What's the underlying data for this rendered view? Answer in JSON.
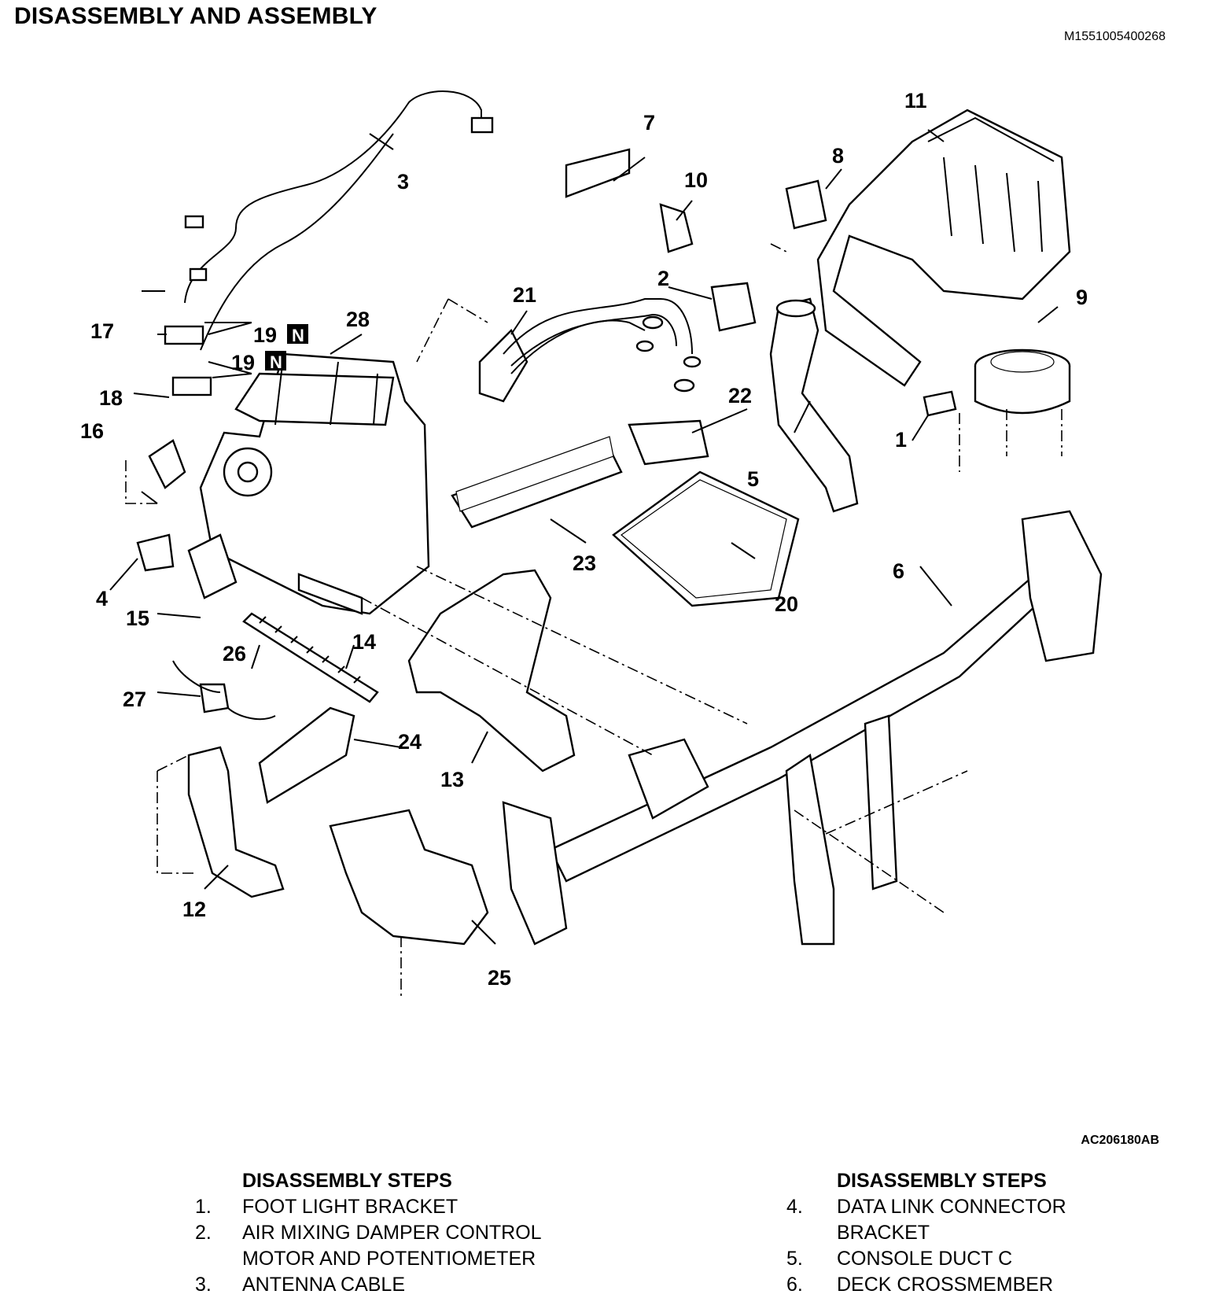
{
  "header": {
    "title": "DISASSEMBLY AND ASSEMBLY",
    "doc_id": "M1551005400268"
  },
  "diagram": {
    "art_code": "AC206180AB",
    "callouts": [
      "1",
      "2",
      "3",
      "4",
      "5",
      "6",
      "7",
      "8",
      "9",
      "10",
      "11",
      "12",
      "13",
      "14",
      "15",
      "16",
      "17",
      "18",
      "19",
      "19",
      "20",
      "21",
      "22",
      "23",
      "24",
      "25",
      "26",
      "27",
      "28"
    ],
    "new_part_badge": "N"
  },
  "steps_left": {
    "heading": "DISASSEMBLY STEPS",
    "items": [
      {
        "num": "1.",
        "text": "FOOT LIGHT BRACKET"
      },
      {
        "num": "2.",
        "text": "AIR MIXING DAMPER CONTROL"
      },
      {
        "num": "",
        "text": "MOTOR AND POTENTIOMETER"
      },
      {
        "num": "3.",
        "text": "ANTENNA CABLE"
      }
    ]
  },
  "steps_right": {
    "heading": "DISASSEMBLY STEPS",
    "items": [
      {
        "num": "4.",
        "text": "DATA LINK CONNECTOR"
      },
      {
        "num": "",
        "text": "BRACKET"
      },
      {
        "num": "5.",
        "text": "CONSOLE DUCT C"
      },
      {
        "num": "6.",
        "text": "DECK CROSSMEMBER"
      }
    ]
  }
}
